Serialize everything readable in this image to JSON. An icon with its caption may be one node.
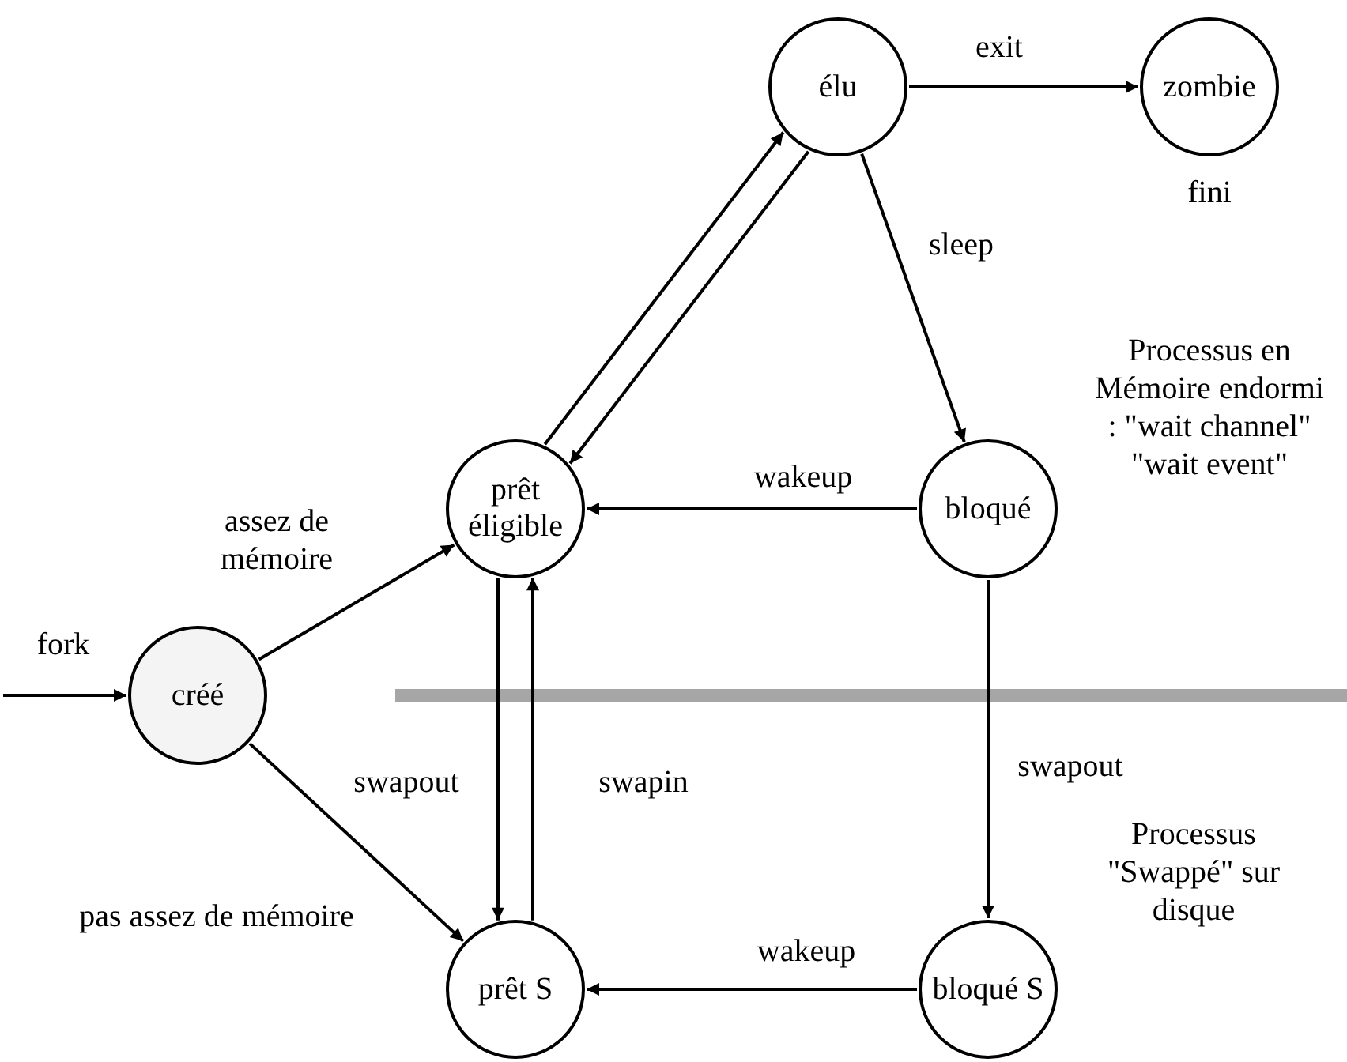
{
  "diagram": {
    "nodes": [
      {
        "text": [
          "élu"
        ]
      },
      {
        "text": [
          "zombie"
        ],
        "beside": [
          "fini"
        ]
      },
      {
        "text": [
          "prêt éligible"
        ]
      },
      {
        "text": [
          "bloqué"
        ]
      },
      {
        "text": [
          "créé"
        ]
      },
      {
        "text": [
          "prêt S"
        ]
      },
      {
        "text": [
          "bloqué S"
        ]
      }
    ],
    "edges": [
      {
        "from": null,
        "to": 4,
        "arrow": "to",
        "label": "fork"
      },
      {
        "from": 0,
        "to": 1,
        "arrow": "to",
        "label": "exit"
      },
      {
        "from": 0,
        "to": 3,
        "arrow": "to",
        "label": "sleep"
      },
      {
        "from": 0,
        "to": 2,
        "arrow": "to"
      },
      {
        "from": 2,
        "to": 0,
        "arrow": "to"
      },
      {
        "from": 3,
        "to": 2,
        "arrow": "to",
        "label": "wakeup"
      },
      {
        "from": 4,
        "to": 2,
        "arrow": "to",
        "label": "assez de mémoire"
      },
      {
        "from": 4,
        "to": 5,
        "arrow": "to",
        "label": "pas assez de mémoire"
      },
      {
        "from": 2,
        "to": 5,
        "arrow": "to",
        "label": "swapout"
      },
      {
        "from": 5,
        "to": 2,
        "arrow": "to",
        "label": "swapin"
      },
      {
        "from": 3,
        "to": 6,
        "arrow": "to",
        "label": "swapout"
      },
      {
        "from": 6,
        "to": 5,
        "arrow": "to",
        "label": "wakeup"
      }
    ],
    "labels": [
      "Processus en Mémoire endormi : \"wait channel\" \"wait event\"",
      "Processus \"Swappé\" sur disque"
    ]
  }
}
